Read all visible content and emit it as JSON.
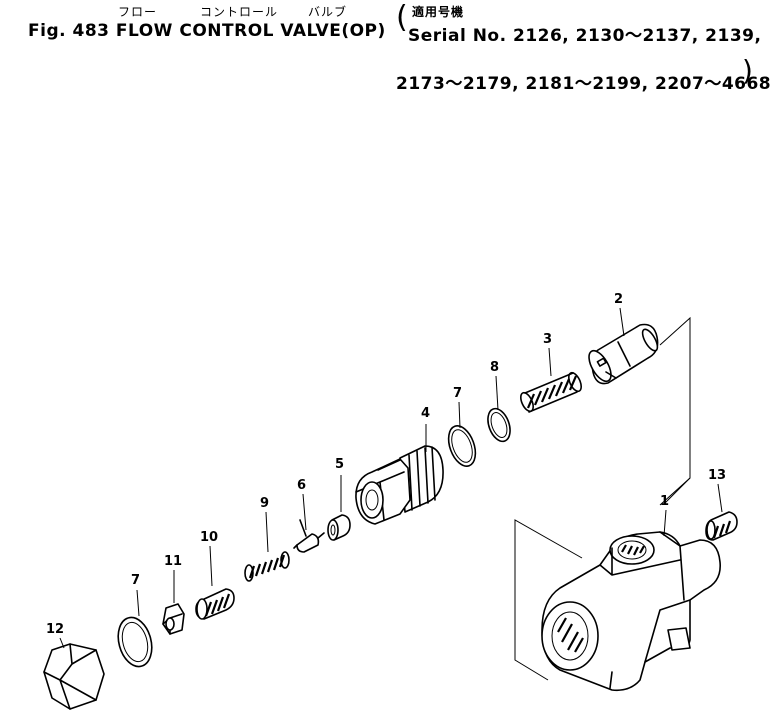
{
  "header": {
    "kana_title_1": "フロー",
    "kana_title_2": "コントロール",
    "kana_title_3": "バルブ",
    "title": "Fig. 483 FLOW CONTROL VALVE(OP)",
    "applicable_label": "適用号機",
    "serial_line_1": "Serial No. 2126, 2130～2137, 2139,",
    "serial_line_2": "2173～2179, 2181～2199, 2207～4668"
  },
  "callouts": {
    "n1": "1",
    "n2": "2",
    "n3": "3",
    "n4": "4",
    "n5": "5",
    "n6": "6",
    "n7a": "7",
    "n7b": "7",
    "n8": "8",
    "n9": "9",
    "n10": "10",
    "n11": "11",
    "n12": "12",
    "n13": "13"
  }
}
